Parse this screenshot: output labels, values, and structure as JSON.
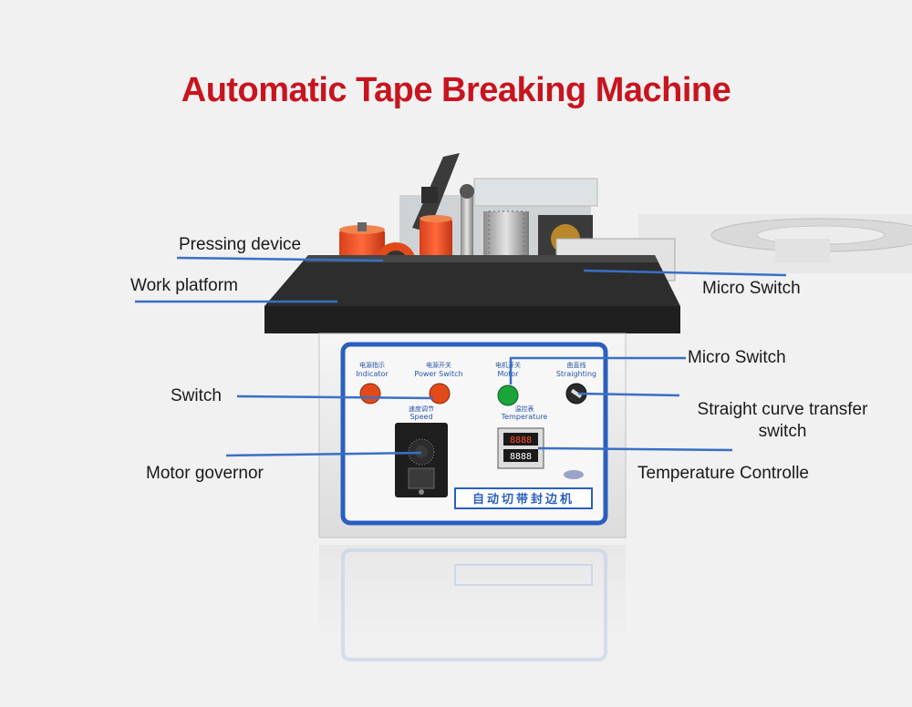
{
  "title": "Automatic Tape Breaking Machine",
  "callouts": {
    "pressing_device": "Pressing device",
    "work_platform": "Work platform",
    "micro_switch_top": "Micro Switch",
    "micro_switch_motor": "Micro Switch",
    "switch": "Switch",
    "straight_curve_line1": "Straight curve transfer",
    "straight_curve_line2": "switch",
    "motor_governor": "Motor governor",
    "temperature_controller": "Temperature Controlle"
  },
  "panel": {
    "indicator_cn": "电源指示",
    "indicator_en": "Indicator",
    "power_cn": "电源开关",
    "power_en": "Power Switch",
    "motor_cn": "电机开关",
    "motor_en": "Motor",
    "straight_cn": "曲直线",
    "straight_en": "Straighting",
    "speed_cn": "速度调节",
    "speed_en": "Speed",
    "temp_cn": "温控表",
    "temp_en": "Temperature",
    "nameplate": "自动切带封边机",
    "temp_display_1": "8888",
    "temp_display_2": "8888"
  },
  "colors": {
    "title": "#c8141e",
    "panel_border": "#2a5fbf",
    "leader_line": "#3a6fc4",
    "table_top": "#2d2d2d",
    "red_button": "#e24a1a",
    "green_button": "#1aa43a"
  }
}
